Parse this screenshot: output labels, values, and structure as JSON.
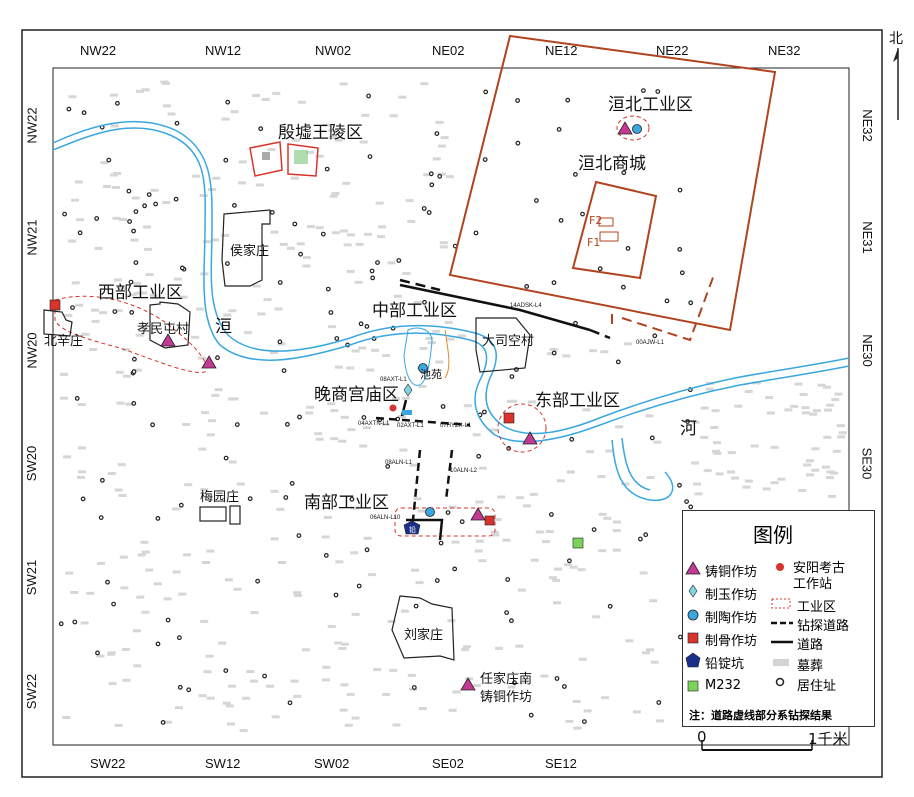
{
  "compass": {
    "label": "北"
  },
  "grid_top": [
    "NW22",
    "NW12",
    "NW02",
    "NE02",
    "NE12",
    "NE22",
    "NE32"
  ],
  "grid_bottom": [
    "SW22",
    "SW12",
    "SW02",
    "SE02",
    "SE12"
  ],
  "grid_left": [
    "NW22",
    "NW21",
    "NW20",
    "SW20",
    "SW21",
    "SW22"
  ],
  "grid_right": [
    "NE32",
    "NE31",
    "NE30",
    "SE30"
  ],
  "places": {
    "yinxu": "殷墟王陵区",
    "huanbei_industrial": "洹北工业区",
    "huanbei_city": "洹北商城",
    "houjiazhuang": "侯家庄",
    "west_industrial": "西部工业区",
    "xiaomintun": "孝民屯村",
    "huan": "洹",
    "beixinzhuang": "北辛庄",
    "central_industrial": "中部工业区",
    "dasikong": "大司空村",
    "late_shang_palace": "晚商宫庙区",
    "chiyuan": "池苑",
    "east_industrial": "东部工业区",
    "he": "河",
    "meiyuanzhuang": "梅园庄",
    "south_industrial": "南部工业区",
    "liujiazhuang": "刘家庄",
    "renjiazhuang_1": "任家庄南",
    "renjiazhuang_2": "铸铜作坊",
    "f1": "F1",
    "f2": "F2"
  },
  "road_codes": {
    "r1": "14ADSK-L4",
    "r2": "00AJW-L1",
    "r3": "04AXTN-L1",
    "r4": "02AXT-L1",
    "r5": "07HYZX-L1",
    "r6": "08AXT-L1",
    "r7": "08ALN-L1",
    "r8": "10ALN-L2",
    "r9": "06ALN-L10"
  },
  "legend": {
    "title": "图例",
    "items_left": [
      "铸铜作坊",
      "制玉作坊",
      "制陶作坊",
      "制骨作坊",
      "铅锭坑",
      "M232"
    ],
    "items_right": [
      "安阳考古",
      "工作站",
      "工业区",
      "钻探道路",
      "道路",
      "墓葬",
      "居住址"
    ],
    "note": "注：道路虚线部分系钻探结果",
    "lead_glyph": "铅"
  },
  "scale": {
    "zero": "0",
    "one": "1千米"
  },
  "colors": {
    "river": "#3aa7e0",
    "wall": "#b0441f",
    "industrial": "#d8342c",
    "grave": "#d4d4d4",
    "road": "#111111"
  }
}
